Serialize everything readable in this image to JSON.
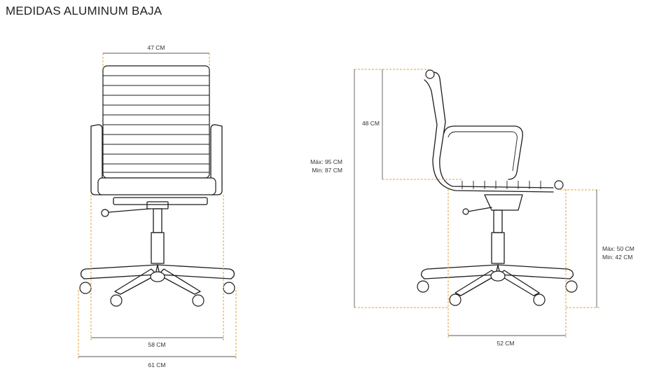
{
  "title": "MEDIDAS ALUMINUM BAJA",
  "front_view": {
    "width_top": "47 CM",
    "width_mid": "58 CM",
    "width_base": "61 CM"
  },
  "side_view": {
    "backrest_height": "48 CM",
    "total_height_max": "Máx: 95 CM",
    "total_height_min": "Min: 87 CM",
    "seat_height_max": "Máx: 50 CM",
    "seat_height_min": "Min: 42 CM",
    "depth": "52 CM"
  },
  "colors": {
    "guide": "#e3a33a",
    "ink": "#1c1c1c",
    "dimension": "#5a5a5a"
  }
}
